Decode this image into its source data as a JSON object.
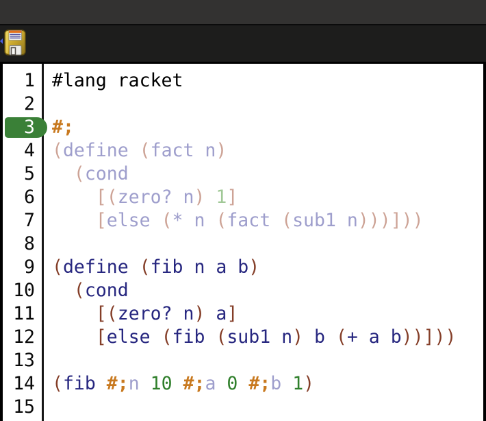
{
  "window": {
    "kind": "racket-editor"
  },
  "toolbar": {
    "icons": {
      "save": "floppy-disk"
    }
  },
  "editor": {
    "language_line": "#lang racket",
    "highlighted_line": 3,
    "colors": {
      "plain": "#000000",
      "keyword": "#26267f",
      "paren": "#843e28",
      "number": "#2f7f2b",
      "comment": "#c8791f",
      "faded_keyword": "#9e9ecc",
      "faded_paren": "#cda396",
      "faded_number": "#a0c896",
      "gutter_text": "#0a0a0a",
      "gutter_highlight_bg": "#3a8037",
      "gutter_highlight_text": "#ffffff"
    },
    "lines": [
      {
        "num": 1,
        "tokens": [
          {
            "t": "#lang racket",
            "c": "plain"
          }
        ]
      },
      {
        "num": 2,
        "tokens": []
      },
      {
        "num": 3,
        "tokens": [
          {
            "t": "#;",
            "c": "comment",
            "b": true
          }
        ]
      },
      {
        "num": 4,
        "tokens": [
          {
            "t": "(",
            "c": "faded_paren"
          },
          {
            "t": "define ",
            "c": "faded_keyword"
          },
          {
            "t": "(",
            "c": "faded_paren"
          },
          {
            "t": "fact n",
            "c": "faded_keyword"
          },
          {
            "t": ")",
            "c": "faded_paren"
          }
        ]
      },
      {
        "num": 5,
        "tokens": [
          {
            "t": "  ",
            "c": "plain"
          },
          {
            "t": "(",
            "c": "faded_paren"
          },
          {
            "t": "cond",
            "c": "faded_keyword"
          }
        ]
      },
      {
        "num": 6,
        "tokens": [
          {
            "t": "    ",
            "c": "plain"
          },
          {
            "t": "[(",
            "c": "faded_paren"
          },
          {
            "t": "zero? n",
            "c": "faded_keyword"
          },
          {
            "t": ") ",
            "c": "faded_paren"
          },
          {
            "t": "1",
            "c": "faded_number"
          },
          {
            "t": "]",
            "c": "faded_paren"
          }
        ]
      },
      {
        "num": 7,
        "tokens": [
          {
            "t": "    ",
            "c": "plain"
          },
          {
            "t": "[",
            "c": "faded_paren"
          },
          {
            "t": "else ",
            "c": "faded_keyword"
          },
          {
            "t": "(",
            "c": "faded_paren"
          },
          {
            "t": "* n ",
            "c": "faded_keyword"
          },
          {
            "t": "(",
            "c": "faded_paren"
          },
          {
            "t": "fact ",
            "c": "faded_keyword"
          },
          {
            "t": "(",
            "c": "faded_paren"
          },
          {
            "t": "sub1 n",
            "c": "faded_keyword"
          },
          {
            "t": ")))]))",
            "c": "faded_paren"
          }
        ]
      },
      {
        "num": 8,
        "tokens": []
      },
      {
        "num": 9,
        "tokens": [
          {
            "t": "(",
            "c": "paren"
          },
          {
            "t": "define ",
            "c": "keyword"
          },
          {
            "t": "(",
            "c": "paren"
          },
          {
            "t": "fib n a b",
            "c": "keyword"
          },
          {
            "t": ")",
            "c": "paren"
          }
        ]
      },
      {
        "num": 10,
        "tokens": [
          {
            "t": "  ",
            "c": "plain"
          },
          {
            "t": "(",
            "c": "paren"
          },
          {
            "t": "cond",
            "c": "keyword"
          }
        ]
      },
      {
        "num": 11,
        "tokens": [
          {
            "t": "    ",
            "c": "plain"
          },
          {
            "t": "[(",
            "c": "paren"
          },
          {
            "t": "zero? n",
            "c": "keyword"
          },
          {
            "t": ") ",
            "c": "paren"
          },
          {
            "t": "a",
            "c": "keyword"
          },
          {
            "t": "]",
            "c": "paren"
          }
        ]
      },
      {
        "num": 12,
        "tokens": [
          {
            "t": "    ",
            "c": "plain"
          },
          {
            "t": "[",
            "c": "paren"
          },
          {
            "t": "else ",
            "c": "keyword"
          },
          {
            "t": "(",
            "c": "paren"
          },
          {
            "t": "fib ",
            "c": "keyword"
          },
          {
            "t": "(",
            "c": "paren"
          },
          {
            "t": "sub1 n",
            "c": "keyword"
          },
          {
            "t": ") ",
            "c": "paren"
          },
          {
            "t": "b ",
            "c": "keyword"
          },
          {
            "t": "(",
            "c": "paren"
          },
          {
            "t": "+ a b",
            "c": "keyword"
          },
          {
            "t": "))]))",
            "c": "paren"
          }
        ]
      },
      {
        "num": 13,
        "tokens": []
      },
      {
        "num": 14,
        "tokens": [
          {
            "t": "(",
            "c": "paren"
          },
          {
            "t": "fib ",
            "c": "keyword"
          },
          {
            "t": "#;",
            "c": "comment",
            "b": true
          },
          {
            "t": "n",
            "c": "faded_keyword"
          },
          {
            "t": " ",
            "c": "plain"
          },
          {
            "t": "10",
            "c": "number"
          },
          {
            "t": " ",
            "c": "plain"
          },
          {
            "t": "#;",
            "c": "comment",
            "b": true
          },
          {
            "t": "a",
            "c": "faded_keyword"
          },
          {
            "t": " ",
            "c": "plain"
          },
          {
            "t": "0",
            "c": "number"
          },
          {
            "t": " ",
            "c": "plain"
          },
          {
            "t": "#;",
            "c": "comment",
            "b": true
          },
          {
            "t": "b",
            "c": "faded_keyword"
          },
          {
            "t": " ",
            "c": "plain"
          },
          {
            "t": "1",
            "c": "number"
          },
          {
            "t": ")",
            "c": "paren"
          }
        ]
      },
      {
        "num": 15,
        "tokens": []
      }
    ]
  }
}
